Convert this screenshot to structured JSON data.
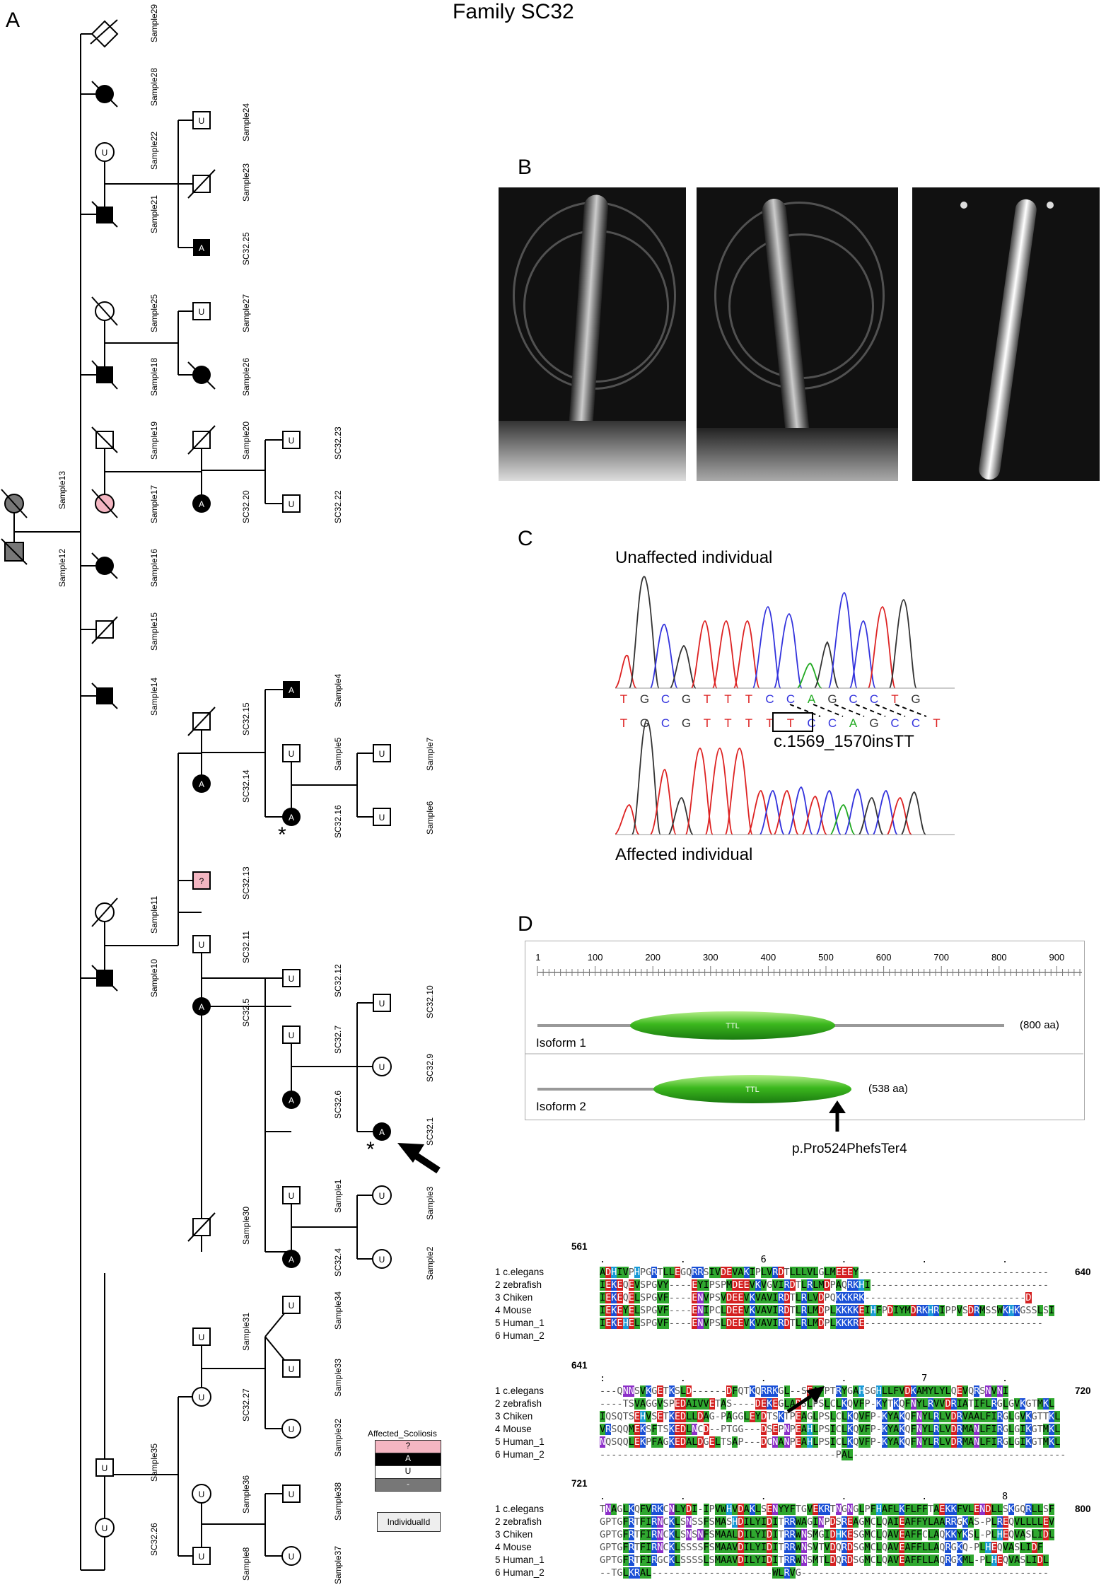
{
  "figure_title": "Family SC32",
  "panels": {
    "A": "A",
    "B": "B",
    "C": "C",
    "D": "D"
  },
  "pedigree": {
    "labels": {
      "sample29": "Sample29",
      "sample28": "Sample28",
      "sample24": "Sample24",
      "sample22": "Sample22",
      "sample23": "Sample23",
      "sample21": "Sample21",
      "sc32_25": "SC32.25",
      "sample25": "Sample25",
      "sample27": "Sample27",
      "sample18": "Sample18",
      "sample26": "Sample26",
      "sample19": "Sample19",
      "sample20": "Sample20",
      "sc32_23": "SC32.23",
      "sample13": "Sample13",
      "sample17": "Sample17",
      "sc32_20": "SC32.20",
      "sc32_22": "SC32.22",
      "sample12": "Sample12",
      "sample16": "Sample16",
      "sample15": "Sample15",
      "sample14": "Sample14",
      "sc32_15": "SC32.15",
      "sample4": "Sample4",
      "sample5": "Sample5",
      "sample7": "Sample7",
      "sc32_14": "SC32.14",
      "sc32_16": "SC32.16",
      "sample6": "Sample6",
      "sample11": "Sample11",
      "sc32_13": "SC32.13",
      "sc32_11": "SC32.11",
      "sc32_12": "SC32.12",
      "sample10": "Sample10",
      "sc32_5": "SC32.5",
      "sc32_10": "SC32.10",
      "sc32_7": "SC32.7",
      "sc32_9": "SC32.9",
      "sc32_6": "SC32.6",
      "sc32_1": "SC32.1",
      "sample1": "Sample1",
      "sample3": "Sample3",
      "sample30": "Sample30",
      "sc32_4": "SC32.4",
      "sample2": "Sample2",
      "sample31": "Sample31",
      "sample34": "Sample34",
      "sample33": "Sample33",
      "sample35": "Sample35",
      "sc32_27": "SC32.27",
      "sample32": "Sample32",
      "sample36": "Sample36",
      "sample38": "Sample38",
      "sc32_26": "SC32.26",
      "sample8": "Sample8",
      "sample37": "Sample37"
    },
    "symbols": {
      "affected": "A",
      "unaffected": "U",
      "unknown": "?"
    },
    "legend": {
      "title": "Affected_Scoliosis",
      "items": [
        "?",
        "A",
        "U",
        "-"
      ],
      "colors": [
        "#f4b6c2",
        "#000000",
        "#ffffff",
        "#777777"
      ],
      "id_box": "IndividualId"
    },
    "asterisk": "*"
  },
  "chromatogram": {
    "unaffected_label": "Unaffected individual",
    "affected_label": "Affected individual",
    "ref_seq": [
      "T",
      "G",
      "C",
      "G",
      "T",
      "T",
      "T",
      "C",
      "C",
      "A",
      "G",
      "C",
      "C",
      "T",
      "G"
    ],
    "mut_seq": [
      "T",
      "G",
      "C",
      "G",
      "T",
      "T",
      "T",
      "T",
      "T",
      "C",
      "C",
      "A",
      "G",
      "C",
      "C",
      "T"
    ],
    "mutation": "c.1569_1570insTT",
    "base_colors": {
      "A": "#22aa22",
      "C": "#3333dd",
      "G": "#333333",
      "T": "#dd2222"
    }
  },
  "protein": {
    "ticks": [
      "1",
      "100",
      "200",
      "300",
      "400",
      "500",
      "600",
      "700",
      "800",
      "900"
    ],
    "domain": "TTL",
    "isoform1": "Isoform 1",
    "isoform1_len": "(800 aa)",
    "isoform2": "Isoform 2",
    "isoform2_len": "(538 aa)",
    "variant": "p.Pro524PhefsTer4"
  },
  "alignment": {
    "block1": {
      "start": "561",
      "end": "640",
      "mid": "6",
      "rows": [
        [
          "1 c.elegans",
          "ADHIVPHPGRTLLEGQRRSIVDEVAKIPLVRDTLLLVLGLMEEEY---------------------------------"
        ],
        [
          "2 zebrafish",
          "IEKEQEVSPGVY----EYIPSPMDEEVKVGVIRDTLRLMDPAQRKHI-------------------------------"
        ],
        [
          "3 Chiken",
          "IEKEQELSPGVF----ENVPSVDEEVKVAVIRDTLRLVDPQKKKRK----------------------------D"
        ],
        [
          "4 Mouse",
          "IEKEYELSPGVF----ENIPCLDEEVKVAVIRDTLRLMDPLKKKKEIHFPDIYMDRKHRIPPVSDRMSSWKHKGSSLSI"
        ],
        [
          "5 Human_1",
          "IEKEHELSPGVF----ENVPSLDEEVKVAVIRDTLRLMDPLKKKRE-------------------------------"
        ],
        [
          "6 Human_2",
          ""
        ]
      ]
    },
    "block2": {
      "start": "641",
      "end": "720",
      "mid": "7",
      "rows": [
        [
          "1 c.elegans",
          "---QNNSVKGETKSLD------DFQTKQRRKGL--SEAFPTRYGAHSGHLLFVDKAMYLYLQEVQRSNVNI"
        ],
        [
          "2 zebrafish",
          "----TSVAGGVSPEDAIVVETAS----DEKEGLADSLPSLCLKQVFP-KYTKQFNYLRVVDRIATIFLRGLGVKGTMKL"
        ],
        [
          "3 Chiken",
          "IQSQTSEHVSETKEDLLDAG-PAGGLEYDTSKTPEAGLPSLCLKQVFP-KYAKQFNYLRLVDRVAALFIRGLGVKGTTKL"
        ],
        [
          "4 Mouse",
          "VRSQQMEKSFTSKEDLNCD--PTGG---DSEPNPEAHLPSICLKQVFP-KYAKQFNYLRLVDRMANLFIRGLGIKGTMKL"
        ],
        [
          "5 Human_1",
          "NQSQQLEKPFAGKEDALDGELTSAP---DCNANPEAHLPSICLKQVFP-KYAKQFNYLRLVDRMANLFIRGLGIKGTMKL"
        ],
        [
          "6 Human_2",
          "-----------------------------------------PAL-------------------------------------"
        ]
      ]
    },
    "block3": {
      "start": "721",
      "end": "800",
      "mid": "8",
      "rows": [
        [
          "1 c.elegans",
          "TNAGLKQFVRKCNLYDI-IPVWHVDAKLSENYYFTGVEKRTNGNGLPFHAFLKFLFFTAEKKFVLENDLLSKGQRLLSF"
        ],
        [
          "2 zebrafish",
          "GPTGFRTFIRNCKLSNSSFSMASHDILYIDITRRWAGINPDSREAGMCLQAIEAFFYLAARRGKAS-PLREQVLLLLEV"
        ],
        [
          "3 Chiken",
          "GPTGFRTFIRNCKLSNSNFSMAALDILYIDITRRWNSMGIDHKESGMCLQAVEAFFCLAQKKYKSL-PLHEQVASLIDL"
        ],
        [
          "4 Mouse",
          "GPTGFRTFIRNCKLSSSSFSMAAVDILYIDITRRWNSVTVDQRDSGMCLQAVEAFFLLAQRGKQ-PLHEQVASLIDF"
        ],
        [
          "5 Human_1",
          "GPTGFRTFIRGCKLSSSSLSMAAVDILYIDITRRWNSMTLDQRDSGMCLQAVEAFFLLAQRGKML-PLHEQVASLIDL"
        ],
        [
          "6 Human_2",
          "--TGLKRAL---------------------WLRVG-------------------------------------------"
        ]
      ]
    },
    "consensus_marks": {
      "block1": ".             .             6             .             .             .",
      "block2": ":             .             .             .             7             .",
      "block3": ".             .             .             .             .             8"
    }
  }
}
